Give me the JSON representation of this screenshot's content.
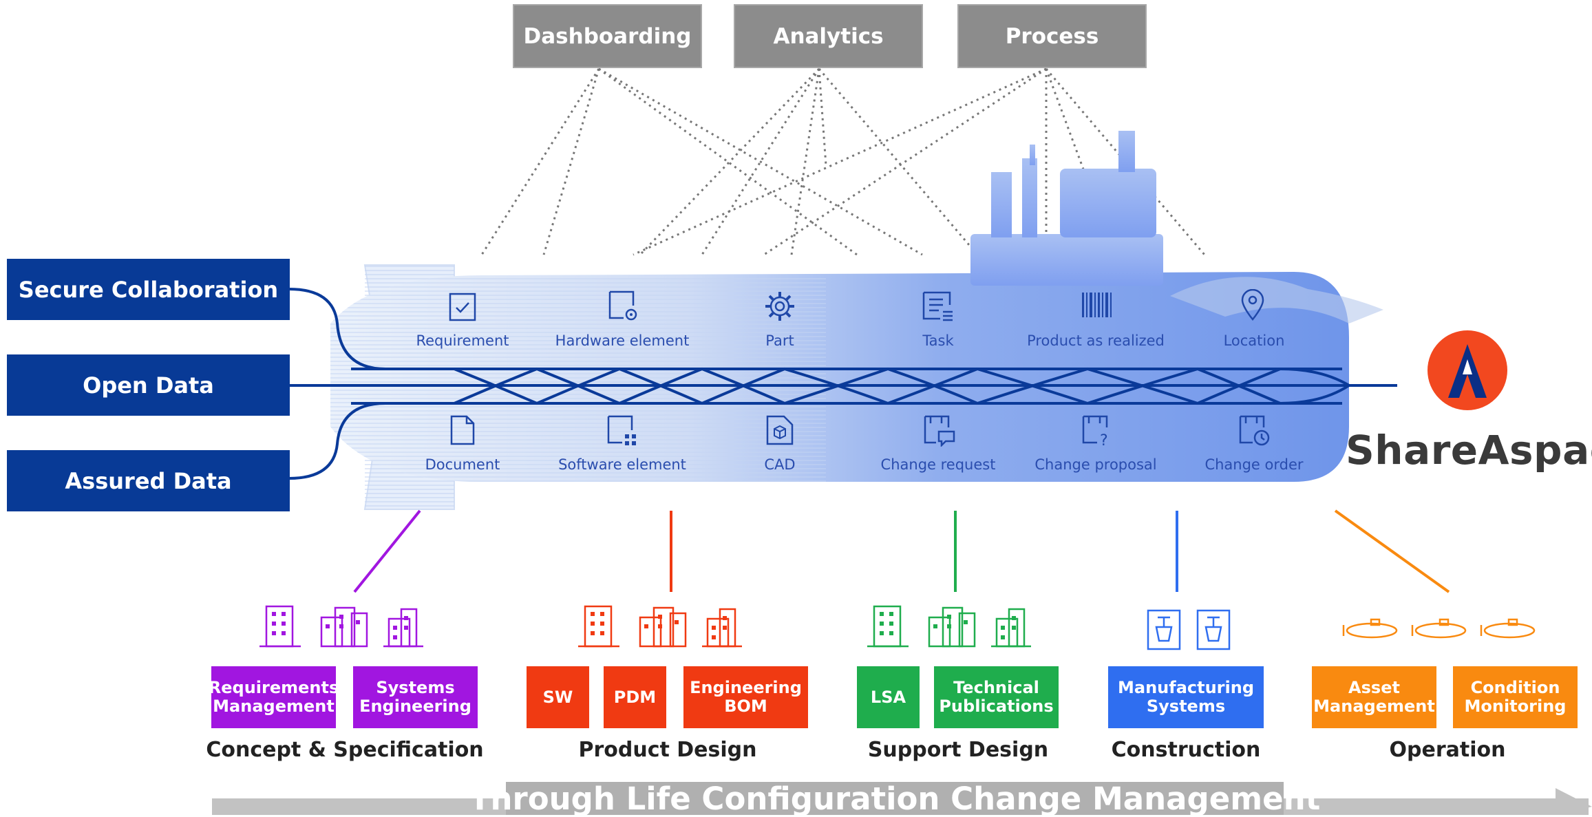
{
  "top_boxes": {
    "dashboarding": "Dashboarding",
    "analytics": "Analytics",
    "process": "Process"
  },
  "left_boxes": {
    "secure": "Secure Collaboration",
    "open": "Open Data",
    "assured": "Assured Data"
  },
  "entities_top": {
    "requirement": "Requirement",
    "hardware": "Hardware element",
    "part": "Part",
    "task": "Task",
    "product_realized": "Product as realized",
    "location": "Location"
  },
  "entities_bottom": {
    "document": "Document",
    "software": "Software  element",
    "cad": "CAD",
    "change_request": "Change request",
    "change_proposal": "Change proposal",
    "change_order": "Change order"
  },
  "systems": {
    "req_mgmt": "Requirements Management",
    "sys_eng": "Systems Engineering",
    "sw": "SW",
    "pdm": "PDM",
    "ebom": "Engineering BOM",
    "lsa": "LSA",
    "tech_pub": "Technical Publications",
    "mfg": "Manufacturing Systems",
    "asset": "Asset Management",
    "condition": "Condition Monitoring"
  },
  "phases": {
    "concept": "Concept & Specification",
    "product_design": "Product Design",
    "support_design": "Support Design",
    "construction": "Construction",
    "operation": "Operation"
  },
  "banner": "Through Life Configuration Change Management",
  "brand": "ShareAspace",
  "colors": {
    "gray_box": "#8c8c8c",
    "navy": "#083a96",
    "purple": "#a116e0",
    "red": "#f03a12",
    "green": "#1fad4d",
    "blue": "#2f6ef0",
    "orange": "#f98a10",
    "logo_red": "#f2481f"
  }
}
